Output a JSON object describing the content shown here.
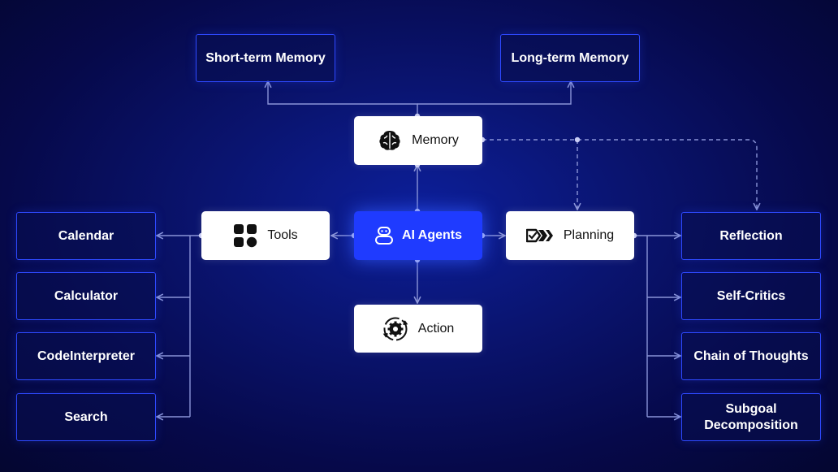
{
  "diagram": {
    "center": {
      "label": "AI Agents",
      "icon": "robot-icon"
    },
    "memory": {
      "label": "Memory",
      "icon": "brain-icon",
      "children": [
        "Short-term Memory",
        "Long-term Memory"
      ]
    },
    "tools": {
      "label": "Tools",
      "icon": "grid-icon",
      "children": [
        "Calendar",
        "Calculator",
        "CodeInterpreter",
        "Search"
      ]
    },
    "planning": {
      "label": "Planning",
      "icon": "forward-check-icon",
      "children": [
        "Reflection",
        "Self-Critics",
        "Chain of Thoughts",
        "Subgoal\nDecomposition"
      ]
    },
    "action": {
      "label": "Action",
      "icon": "gear-cycle-icon"
    }
  },
  "colors": {
    "background": "#0a1470",
    "accent": "#1f3bff",
    "node_border": "#2e49ff",
    "connector": "#8a94d8"
  }
}
